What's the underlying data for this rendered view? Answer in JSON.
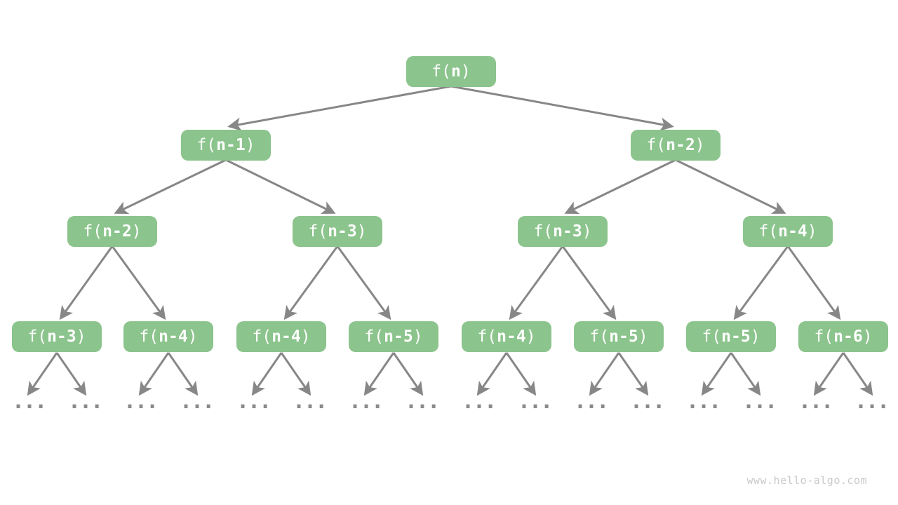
{
  "diagram": {
    "title_semantic": "recursion-call-tree",
    "levels": [
      {
        "nodes": [
          {
            "pre": "f(",
            "arg": "n",
            "post": ")"
          }
        ]
      },
      {
        "nodes": [
          {
            "pre": "f(",
            "arg": "n-1",
            "post": ")"
          },
          {
            "pre": "f(",
            "arg": "n-2",
            "post": ")"
          }
        ]
      },
      {
        "nodes": [
          {
            "pre": "f(",
            "arg": "n-2",
            "post": ")"
          },
          {
            "pre": "f(",
            "arg": "n-3",
            "post": ")"
          },
          {
            "pre": "f(",
            "arg": "n-3",
            "post": ")"
          },
          {
            "pre": "f(",
            "arg": "n-4",
            "post": ")"
          }
        ]
      },
      {
        "nodes": [
          {
            "pre": "f(",
            "arg": "n-3",
            "post": ")"
          },
          {
            "pre": "f(",
            "arg": "n-4",
            "post": ")"
          },
          {
            "pre": "f(",
            "arg": "n-4",
            "post": ")"
          },
          {
            "pre": "f(",
            "arg": "n-5",
            "post": ")"
          },
          {
            "pre": "f(",
            "arg": "n-4",
            "post": ")"
          },
          {
            "pre": "f(",
            "arg": "n-5",
            "post": ")"
          },
          {
            "pre": "f(",
            "arg": "n-5",
            "post": ")"
          },
          {
            "pre": "f(",
            "arg": "n-6",
            "post": ")"
          }
        ]
      }
    ],
    "ellipsis": "...",
    "watermark": "www.hello-algo.com",
    "colors": {
      "node_fill": "#8BC48C",
      "node_text": "#FFFFFF",
      "edge": "#878787",
      "ellipsis_dots": "#8A8A8A",
      "watermark_text": "#C9C9C9",
      "background": "#FFFFFF"
    }
  }
}
